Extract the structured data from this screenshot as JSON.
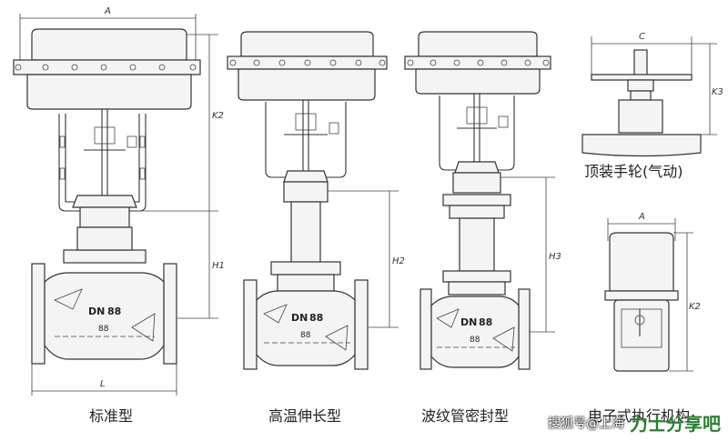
{
  "dimension_labels": {
    "A": "A",
    "K2": "K2",
    "H1": "H1",
    "H2": "H2",
    "H3": "H3",
    "L": "L",
    "C": "C",
    "K3": "K3"
  },
  "body_marking": {
    "dn": "DN",
    "size": "88",
    "size2": "88"
  },
  "captions": {
    "standard": "标准型",
    "high_temp": "高温伸长型",
    "bellows": "波纹管密封型",
    "top_handwheel": "顶装手轮(气动)",
    "electric": "电子式执行机构"
  },
  "watermark": {
    "text": "搜狐号@上海",
    "brand": "力士分享吧"
  }
}
